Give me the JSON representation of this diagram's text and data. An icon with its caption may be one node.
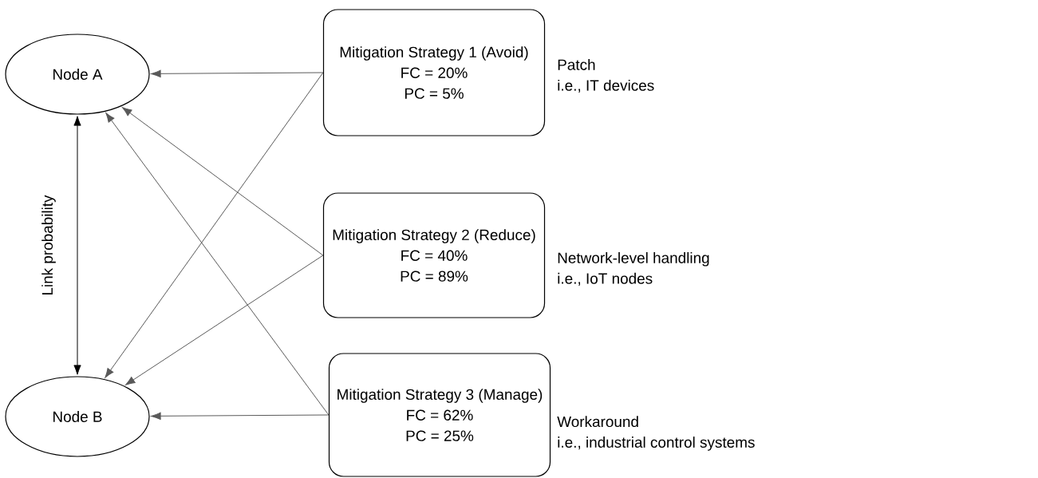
{
  "diagram": {
    "nodes": [
      {
        "text": [
          "Node A"
        ]
      },
      {
        "text": [
          "Node B"
        ]
      },
      {
        "text": [
          "Mitigation Strategy 1 (Avoid)",
          "FC = 20%",
          "PC = 5%"
        ],
        "beside": [
          "Patch",
          "i.e., IT devices"
        ]
      },
      {
        "text": [
          "Mitigation Strategy 2 (Reduce)",
          "FC = 40%",
          "PC = 89%"
        ],
        "beside": [
          "Network-level handling",
          "i.e., IoT nodes"
        ]
      },
      {
        "text": [
          "Mitigation Strategy 3 (Manage)",
          "FC = 62%",
          "PC = 25%"
        ],
        "beside": [
          "Workaround",
          "i.e., industrial control systems"
        ]
      }
    ],
    "edges": [
      {
        "from": 0,
        "to": 1,
        "arrow": "both",
        "label": "Link probability",
        "color": "#000000"
      },
      {
        "from": 2,
        "to": 0,
        "arrow": "to"
      },
      {
        "from": 2,
        "to": 1,
        "arrow": "to"
      },
      {
        "from": 3,
        "to": 0,
        "arrow": "to"
      },
      {
        "from": 3,
        "to": 1,
        "arrow": "to"
      },
      {
        "from": 4,
        "to": 0,
        "arrow": "to"
      },
      {
        "from": 4,
        "to": 1,
        "arrow": "to"
      }
    ]
  }
}
